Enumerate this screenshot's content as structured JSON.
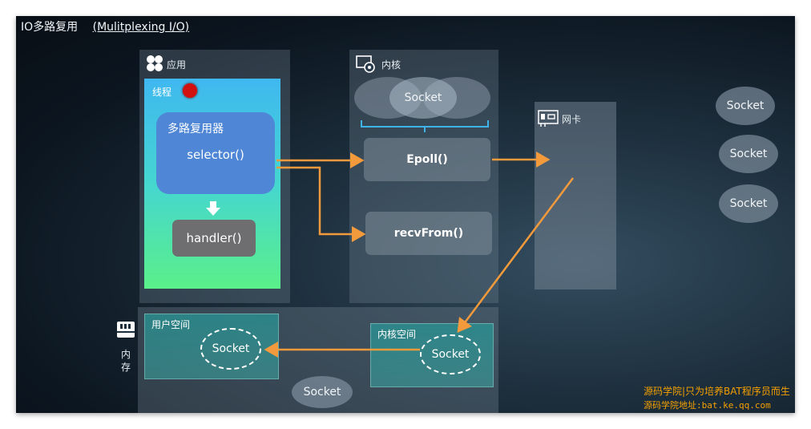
{
  "header": {
    "title": "IO多路复用",
    "subtitle": "(Mulitplexing I/O)"
  },
  "app": {
    "label": "应用",
    "thread_label": "线程",
    "multiplexer_label": "多路复用器",
    "selector_label": "selector()",
    "handler_label": "handler()"
  },
  "kernel": {
    "label": "内核",
    "socket_label": "Socket",
    "epoll_label": "Epoll()",
    "recvfrom_label": "recvFrom()"
  },
  "nic": {
    "label": "网卡"
  },
  "external_sockets": [
    "Socket",
    "Socket",
    "Socket"
  ],
  "memory": {
    "label_line1": "内",
    "label_line2": "存",
    "user_space_label": "用户空间",
    "kernel_space_label": "内核空间",
    "user_socket_label": "Socket",
    "kernel_socket_label": "Socket",
    "bottom_socket_label": "Socket"
  },
  "watermark": {
    "line1": "源码学院|只为培养BAT程序员而生",
    "line2": "源码学院地址:bat.ke.qq.com"
  },
  "colors": {
    "arrow": "#f39a3c",
    "accent_red": "#d11010",
    "selector_blue": "#4f86d6",
    "app_gradient_top": "#3fb8f0",
    "app_gradient_bottom": "#5af08a",
    "watermark": "#f5a000"
  }
}
